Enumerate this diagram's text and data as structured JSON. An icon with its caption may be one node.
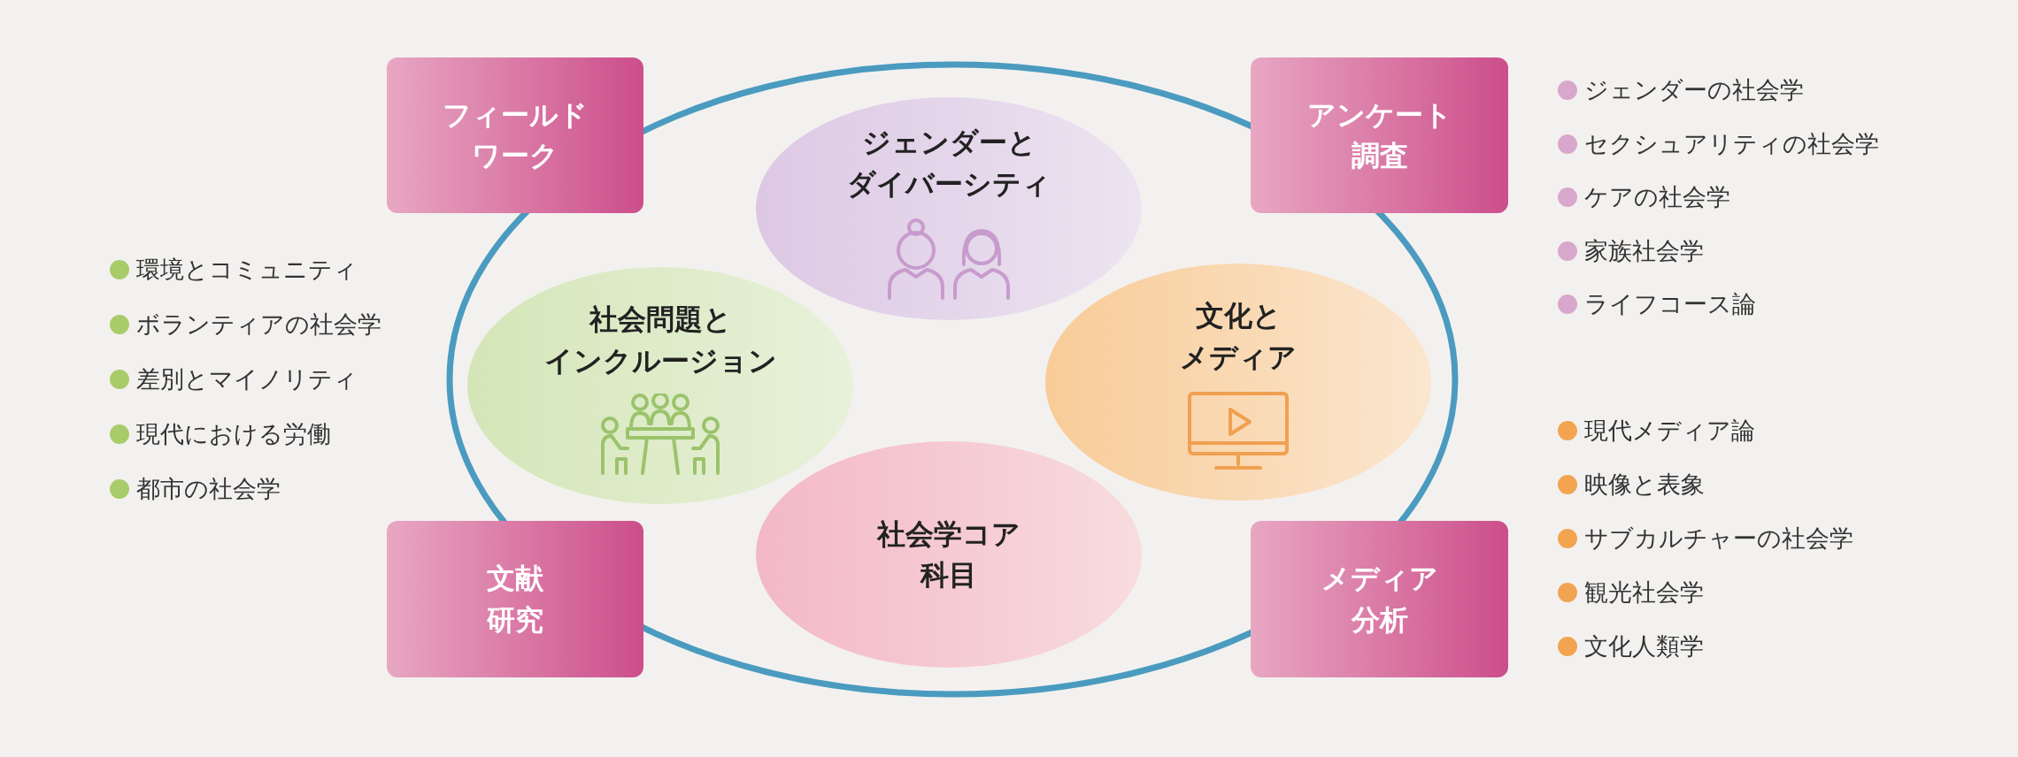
{
  "diagram": {
    "nodes": [
      {
        "text": [
          "フィールドワーク"
        ]
      },
      {
        "text": [
          "アンケート調査"
        ]
      },
      {
        "text": [
          "ジェンダーとダイバーシティ"
        ]
      },
      {
        "text": [
          "社会問題とインクルージョン"
        ]
      },
      {
        "text": [
          "文化とメディア"
        ]
      },
      {
        "text": [
          "社会学コア科目"
        ]
      },
      {
        "text": [
          "文献研究"
        ]
      },
      {
        "text": [
          "メディア分析"
        ]
      }
    ],
    "labels": [
      "ジェンダーの社会学",
      "セクシュアリティの社会学",
      "ケアの社会学",
      "家族社会学",
      "ライフコース論",
      "環境とコミュニティ",
      "ボランティアの社会学",
      "差別とマイノリティ",
      "現代における労働",
      "都市の社会学",
      "現代メディア論",
      "映像と表象",
      "サブカルチャーの社会学",
      "観光社会学",
      "文化人類学"
    ]
  }
}
